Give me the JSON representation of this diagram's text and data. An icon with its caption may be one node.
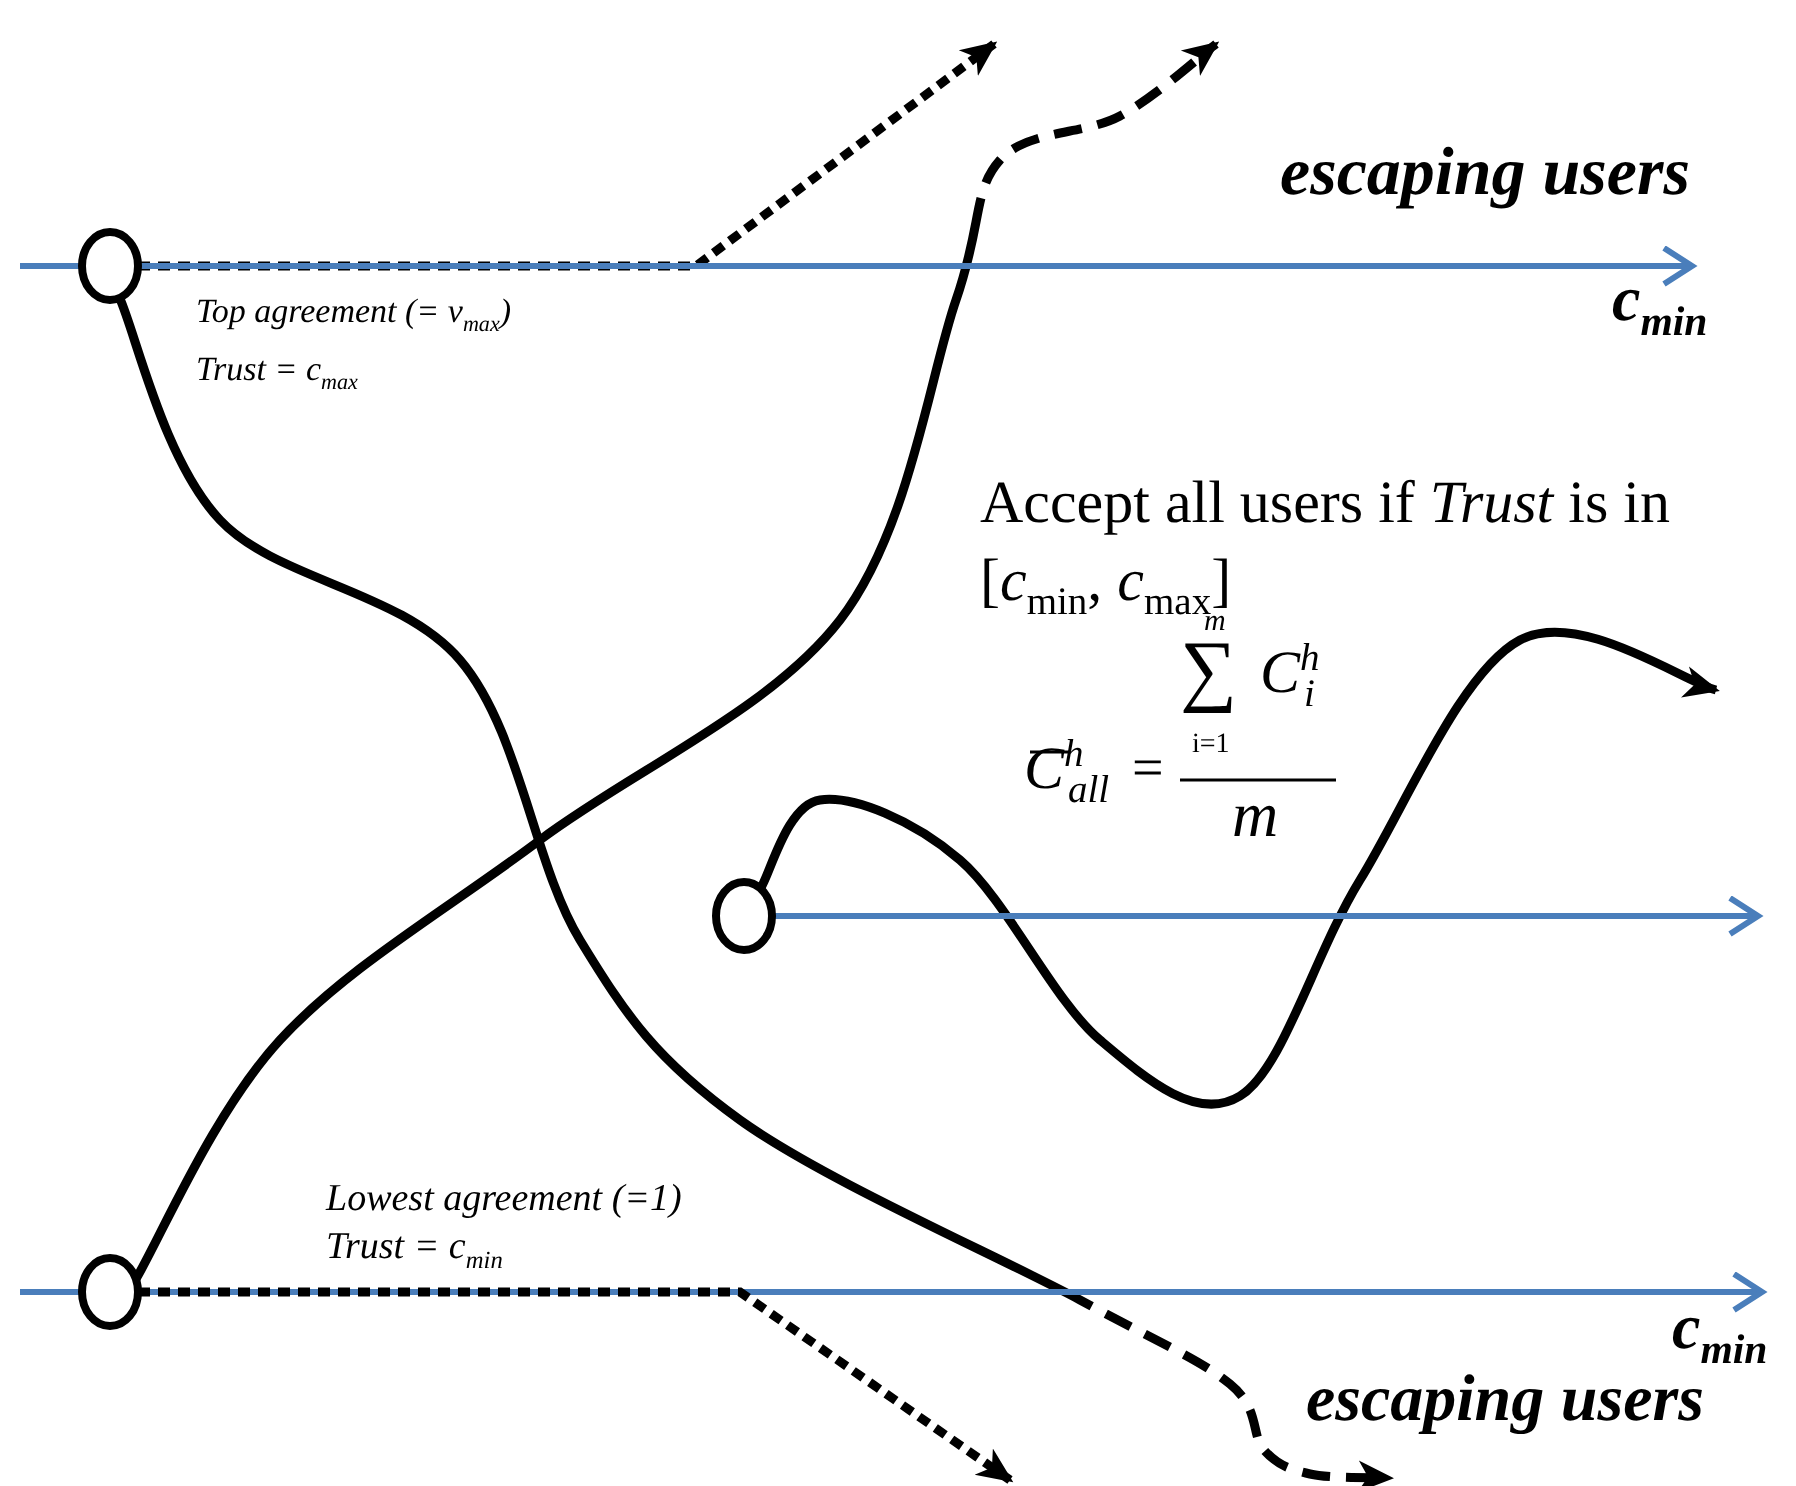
{
  "diagram": {
    "nodes": [
      {
        "text": [],
        "shape": "circle",
        "beside": [
          "Top agreement (= v$_{max}$)",
          "Trust = c$_{max}$"
        ]
      },
      {
        "text": [],
        "shape": "circle",
        "beside": [
          "Lowest agreement (=1)",
          "Trust = c$_{min}$"
        ]
      },
      {
        "text": [],
        "shape": "circle"
      },
      {
        "text": [
          "c$_{min}$"
        ]
      },
      {
        "text": [
          "c$_{min}$"
        ]
      }
    ],
    "edges": [
      {
        "from": 0,
        "to": null,
        "arrow": "to",
        "style": "dashed"
      },
      {
        "from": 1,
        "to": null,
        "arrow": "to",
        "style": "dashed"
      },
      {
        "from": 0,
        "to": 3,
        "arrow": "to",
        "color": "#4a7ebb"
      },
      {
        "from": 0,
        "to": null,
        "arrow": "to",
        "style": "dashed"
      },
      {
        "from": 2,
        "to": null,
        "arrow": "to"
      },
      {
        "from": 2,
        "to": null,
        "arrow": "to",
        "color": "#4a7ebb"
      },
      {
        "from": 1,
        "to": 4,
        "arrow": "to",
        "color": "#4a7ebb"
      },
      {
        "from": 1,
        "to": null,
        "arrow": "to",
        "style": "dashed"
      }
    ],
    "labels": [
      "escaping users",
      "Accept all users if *Trust* is in [*c*$_{min}$, *c*$_{max}$]",
      "m",
      "∑",
      "C$^{h}$$_{i}$",
      "C$^{h}$$_{all}$",
      "=",
      "i=1",
      "m",
      "escaping users"
    ]
  }
}
